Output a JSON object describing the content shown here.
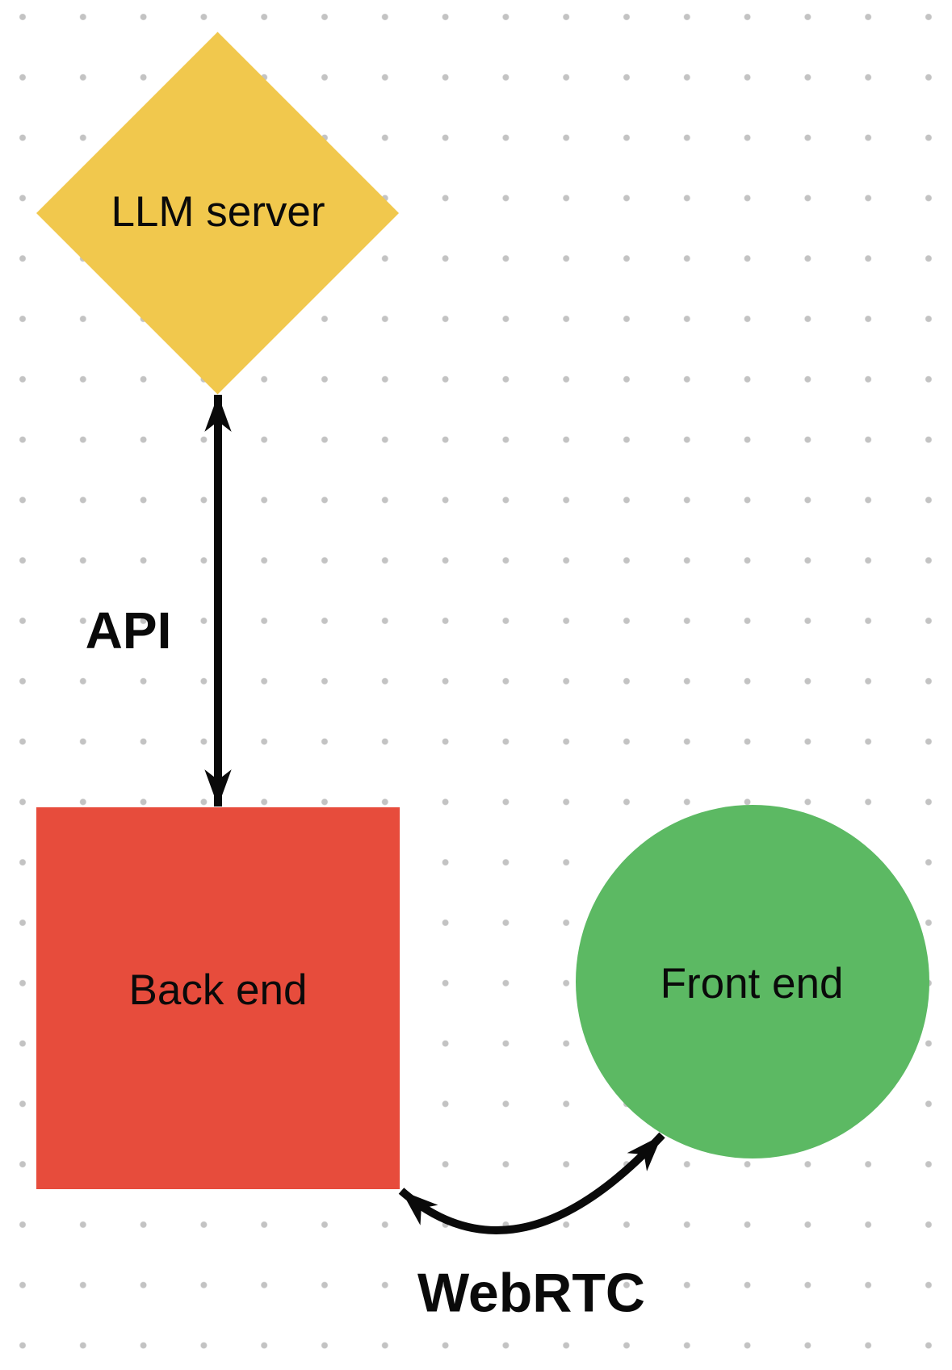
{
  "canvas": {
    "background_color": "#ffffff",
    "dot_color": "#c3c3c3"
  },
  "nodes": {
    "llm": {
      "label": "LLM server",
      "shape": "diamond",
      "color": "#F1C84D"
    },
    "back": {
      "label": "Back end",
      "shape": "square",
      "color": "#E74C3C"
    },
    "front": {
      "label": "Front end",
      "shape": "circle",
      "color": "#5CB963"
    }
  },
  "edges": {
    "api": {
      "label": "API",
      "from": "LLM server",
      "to": "Back end",
      "arrow": "double-headed straight",
      "color": "#0a0a0a"
    },
    "webrtc": {
      "label": "WebRTC",
      "from": "Back end",
      "to": "Front end",
      "arrow": "double-headed curved",
      "color": "#0a0a0a"
    }
  }
}
